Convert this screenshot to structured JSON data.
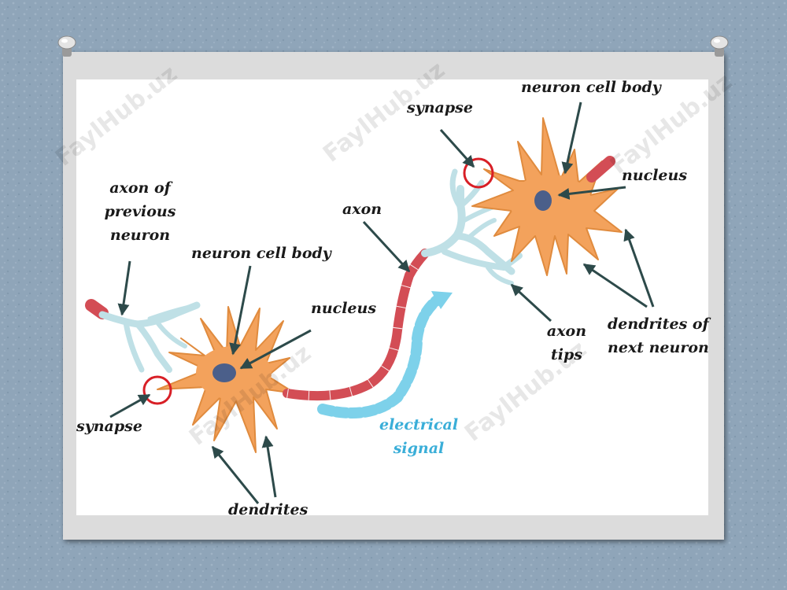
{
  "labels": {
    "axon_of_previous_neuron": [
      "axon of",
      "previous",
      "neuron"
    ],
    "neuron_cell_body_left": "neuron cell body",
    "nucleus_left": "nucleus",
    "synapse_left": "synapse",
    "dendrites": "dendrites",
    "axon": "axon",
    "electrical_signal": [
      "electrical",
      "signal"
    ],
    "synapse_right": "synapse",
    "neuron_cell_body_right": "neuron cell body",
    "nucleus_right": "nucleus",
    "axon_tips": [
      "axon",
      "tips"
    ],
    "dendrites_of_next_neuron": [
      "dendrites of",
      "next neuron"
    ]
  },
  "watermark": "FaylHub.uz",
  "colors": {
    "cell_body": "#f3a25c",
    "cell_outline": "#e08b3e",
    "nucleus": "#4b5f8a",
    "axon": "#d34d55",
    "dendrite_tips": "#bfe0e6",
    "synapse_ring": "#d81f26",
    "signal": "#7dd1ea",
    "label_text": "#1a1a1a",
    "signal_text": "#3aaed8",
    "arrow": "#2d4a4a"
  },
  "icons": [
    "pushpin-icon",
    "pushpin-icon"
  ]
}
